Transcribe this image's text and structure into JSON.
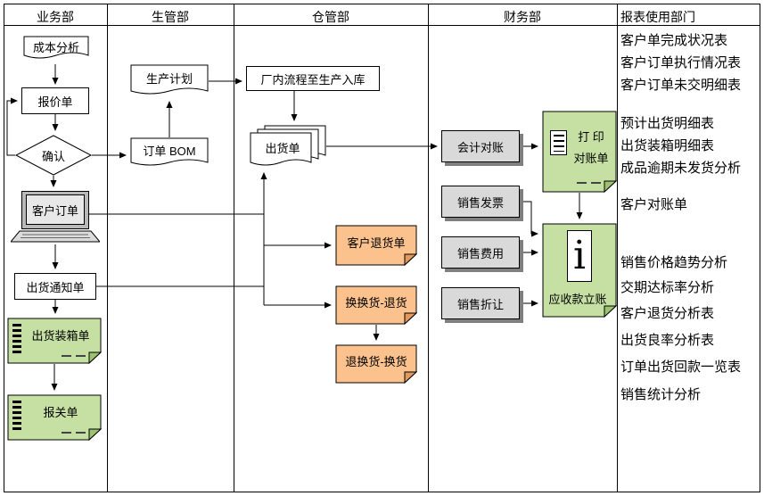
{
  "lanes": {
    "business": "业务部",
    "production": "生管部",
    "warehouse": "仓管部",
    "finance": "财务部",
    "reports": "报表使用部门"
  },
  "business": {
    "cost_analysis": "成本分析",
    "quotation": "报价单",
    "confirm": "确认",
    "customer_order": "客户订单",
    "shipping_notice": "出货通知单",
    "packing_list": "出货装箱单",
    "customs_declaration": "报关单"
  },
  "production": {
    "production_plan": "生产计划",
    "order_bom": "订单 BOM"
  },
  "warehouse": {
    "factory_flow": "厂内流程至生产入库",
    "shipping_order": "出货单",
    "customer_return": "客户退货单",
    "exchange_return": "换换货-退货",
    "return_exchange": "退换货-换货"
  },
  "finance": {
    "accounting_reconciliation": "会计对账",
    "sales_invoice": "销售发票",
    "sales_expense": "销售费用",
    "sales_allowance": "销售折让",
    "print_line1": "打 印",
    "print_line2": "对账单",
    "receivables": "应收款立账",
    "info_icon_glyph": "i"
  },
  "reports": {
    "items": [
      "客户单完成状况表",
      "客户订单执行情况表",
      "客户订单未交明细表",
      "预计出货明细表",
      "出货装箱明细表",
      "成品逾期未发货分析",
      "客户对账单",
      "销售价格趋势分析",
      "交期达标率分析",
      "客户退货分析表",
      "出货良率分析表",
      "订单出货回款一览表",
      "销售统计分析"
    ]
  },
  "colors": {
    "note_green": "#c6e0a4",
    "note_green_fold": "#9cc271",
    "note_orange": "#fbc28e",
    "note_orange_fold": "#e09a5e",
    "box_gray": "#d9d9d9",
    "box_shadow": "#7f7f7f"
  }
}
